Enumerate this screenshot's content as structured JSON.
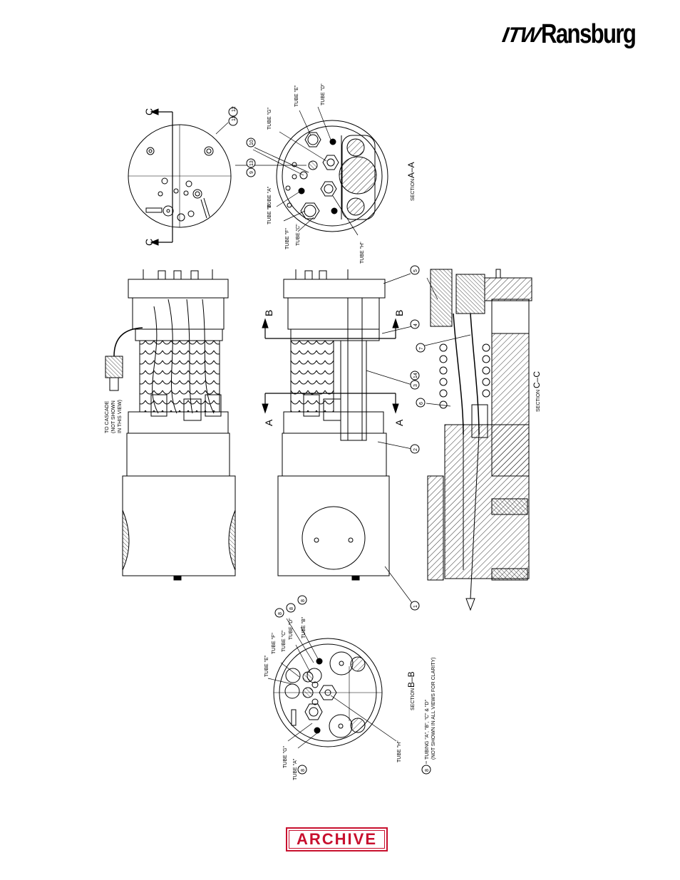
{
  "logo": {
    "prefix": "ITW",
    "brand": "Ransburg"
  },
  "stamp": "ARCHIVE",
  "drawing": {
    "cut_letters": {
      "a": "A",
      "b": "B",
      "c": "C"
    },
    "sections": {
      "aa": {
        "prefix": "SECTION",
        "id": "A–A"
      },
      "bb": {
        "prefix": "SECTION",
        "id": "B–B"
      },
      "cc": {
        "prefix": "SECTION",
        "id": "C–C"
      }
    },
    "tubes": {
      "a": "TUBE \"A\"",
      "b": "TUBE \"B\"",
      "c": "TUBE \"C\"",
      "d": "TUBE \"D\"",
      "e": "TUBE \"E\"",
      "f": "TUBE \"F\"",
      "g": "TUBE \"G\"",
      "h": "TUBE \"H\""
    },
    "notes": {
      "cascade_1": "TO CASCADE",
      "cascade_2": "(NOT SHOWN",
      "cascade_3": "IN THIS VIEW)",
      "tubing_1": "TUBING \"A\", \"B\", \"C\" & \"D\"",
      "tubing_2": "(NOT SHOWN IN ALL VIEWS FOR CLARITY)"
    },
    "callouts": {
      "n1": "1",
      "n2": "2",
      "n3": "3",
      "n4": "4",
      "n5": "5",
      "n6": "6",
      "n7": "7",
      "n8": "8",
      "n9": "9",
      "n10": "10",
      "n11": "11",
      "n12": "12",
      "n13": "13",
      "n14": "14"
    }
  }
}
